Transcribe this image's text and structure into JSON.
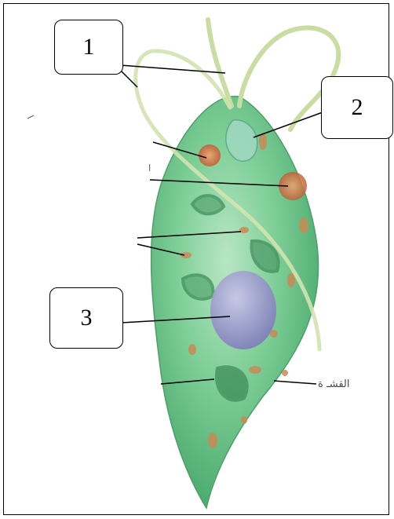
{
  "callouts": {
    "label_1": "1",
    "label_2": "2",
    "label_3": "3"
  },
  "arabic_labels": {
    "pellicle_partial": "القشـ ة",
    "stray_mark": "ا"
  },
  "colors": {
    "body_green": "#6cc488",
    "flagellum": "#c9dca2",
    "nucleus": "#8a86c4",
    "chloroplast": "#3f8f5a",
    "granule": "#c98a55",
    "eyespot": "#d77a4a"
  },
  "icons": [
    "euglena-illustration"
  ]
}
